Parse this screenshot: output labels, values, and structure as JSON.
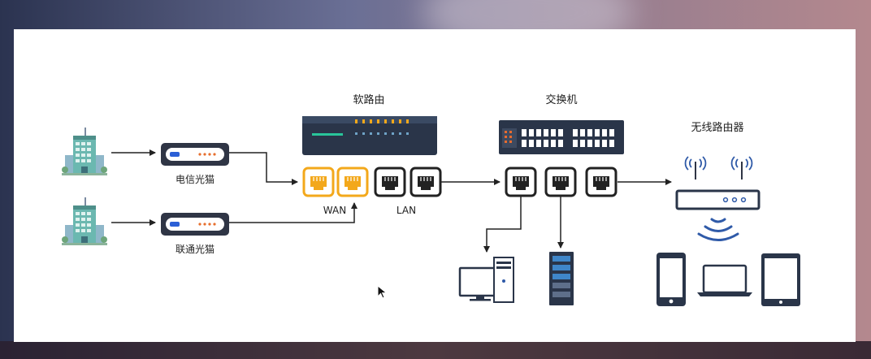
{
  "labels": {
    "soft_router": "软路由",
    "switch": "交换机",
    "wireless_router": "无线路由器",
    "telecom_modem": "电信光猫",
    "unicom_modem": "联通光猫",
    "wan": "WAN",
    "lan": "LAN"
  },
  "colors": {
    "wan_port": "#f3a81b",
    "dark_port": "#222222",
    "device_navy": "#2a3549",
    "building_teal": "#6bb8b0",
    "wifi_blue": "#2f5aa8"
  },
  "icons": [
    "building-icon",
    "modem-icon",
    "router-icon",
    "switch-icon",
    "ethernet-port-icon",
    "desktop-pc-icon",
    "server-icon",
    "wireless-router-icon",
    "wifi-signal-icon",
    "phone-icon",
    "laptop-icon",
    "tablet-icon",
    "cursor-icon"
  ]
}
